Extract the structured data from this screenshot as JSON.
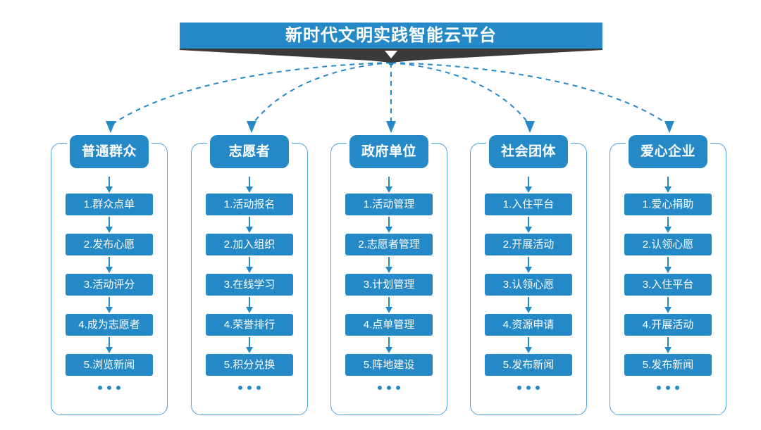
{
  "diagram": {
    "title": "新时代文明实践智能云平台",
    "accent_color": "#2489c6",
    "frame_color": "#4ba3d8",
    "shadow_color": "#3a3a3a",
    "background_color": "#ffffff",
    "ellipsis_glyph": "•",
    "columns": [
      {
        "header": "普通群众",
        "items": [
          "1.群众点单",
          "2.发布心愿",
          "3.活动评分",
          "4.成为志愿者",
          "5.浏览新闻"
        ]
      },
      {
        "header": "志愿者",
        "items": [
          "1.活动报名",
          "2.加入组织",
          "3.在线学习",
          "4.荣誉排行",
          "5.积分兑换"
        ]
      },
      {
        "header": "政府单位",
        "items": [
          "1.活动管理",
          "2.志愿者管理",
          "3.计划管理",
          "4.点单管理",
          "5.阵地建设"
        ]
      },
      {
        "header": "社会团体",
        "items": [
          "1.入住平台",
          "2.开展活动",
          "3.认领心愿",
          "4.资源申请",
          "5.发布新闻"
        ]
      },
      {
        "header": "爱心企业",
        "items": [
          "1.爱心捐助",
          "2.认领心愿",
          "3.入住平台",
          "4.开展活动",
          "5.发布新闻"
        ]
      }
    ]
  }
}
